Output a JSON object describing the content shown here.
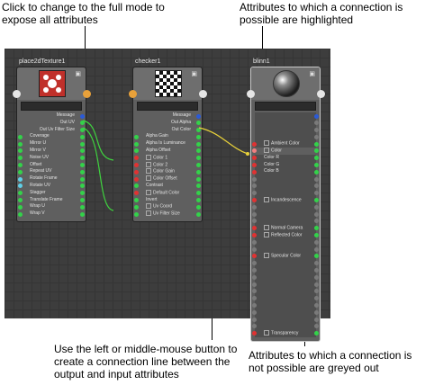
{
  "callouts": {
    "full_mode": "Click to change to the full mode to expose all attributes",
    "highlighted": "Attributes to which a connection is possible are highlighted",
    "connect": "Use the left or middle-mouse button to create a connection line between the output and input attributes",
    "greyed": "Attributes to which a connection is not possible are greyed out"
  },
  "nodes": {
    "place2d": {
      "title": "place2dTexture1",
      "outputs": [
        "Message",
        "Out UV",
        "Out Uv Filter Size"
      ],
      "inputs": [
        "Coverage",
        "Mirror U",
        "Mirror V",
        "Noise UV",
        "Offset",
        "Repeat UV",
        "Rotate Frame",
        "Rotate UV",
        "Stagger",
        "Translate Frame",
        "Wrap U",
        "Wrap V"
      ]
    },
    "checker": {
      "title": "checker1",
      "outputs": [
        "Message",
        "Out Alpha",
        "Out Color"
      ],
      "inputs": [
        "Alpha Gain",
        "Alpha Is Luminance",
        "Alpha Offset",
        "Color 1",
        "Color 2",
        "Color Gain",
        "Color Offset",
        "Contrast",
        "Default Color",
        "Invert",
        "Uv Coord",
        "Uv Filter Size"
      ]
    },
    "blinn": {
      "title": "blinn1",
      "inputs": [
        {
          "label": "Ambient Color",
          "state": "active"
        },
        {
          "label": "Color",
          "state": "selected"
        },
        {
          "label": "Color R",
          "state": "active"
        },
        {
          "label": "Color G",
          "state": "active"
        },
        {
          "label": "Color B",
          "state": "active"
        },
        {
          "label": "",
          "state": "grey"
        },
        {
          "label": "",
          "state": "grey"
        },
        {
          "label": "",
          "state": "grey"
        },
        {
          "label": "Incandescence",
          "state": "active"
        },
        {
          "label": "",
          "state": "grey"
        },
        {
          "label": "",
          "state": "grey"
        },
        {
          "label": "",
          "state": "grey"
        },
        {
          "label": "Normal Camera",
          "state": "active"
        },
        {
          "label": "Reflected Color",
          "state": "active"
        },
        {
          "label": "",
          "state": "grey"
        },
        {
          "label": "",
          "state": "grey"
        },
        {
          "label": "Specular Color",
          "state": "active"
        },
        {
          "label": "",
          "state": "grey"
        },
        {
          "label": "",
          "state": "grey"
        },
        {
          "label": "",
          "state": "grey"
        },
        {
          "label": "",
          "state": "grey"
        },
        {
          "label": "",
          "state": "grey"
        },
        {
          "label": "",
          "state": "grey"
        },
        {
          "label": "",
          "state": "grey"
        },
        {
          "label": "",
          "state": "grey"
        },
        {
          "label": "",
          "state": "grey"
        },
        {
          "label": "",
          "state": "grey"
        },
        {
          "label": "Transparency",
          "state": "active"
        }
      ]
    }
  },
  "colors": {
    "output_port": "#e8a13a",
    "input_port": "#e6e6e6",
    "attr_green": "#33d24a",
    "attr_blue": "#2a5ad8",
    "attr_cyan": "#5fd0e8",
    "attr_red": "#e03232",
    "attr_grey": "#7a7a7a",
    "connection": "#3fd23f",
    "drag_line": "#e8d13a",
    "swatch_red": "#c0302a"
  },
  "icons": {
    "expand": "expand-box-icon",
    "swatch_toggle": "swatch-toggle-icon"
  }
}
